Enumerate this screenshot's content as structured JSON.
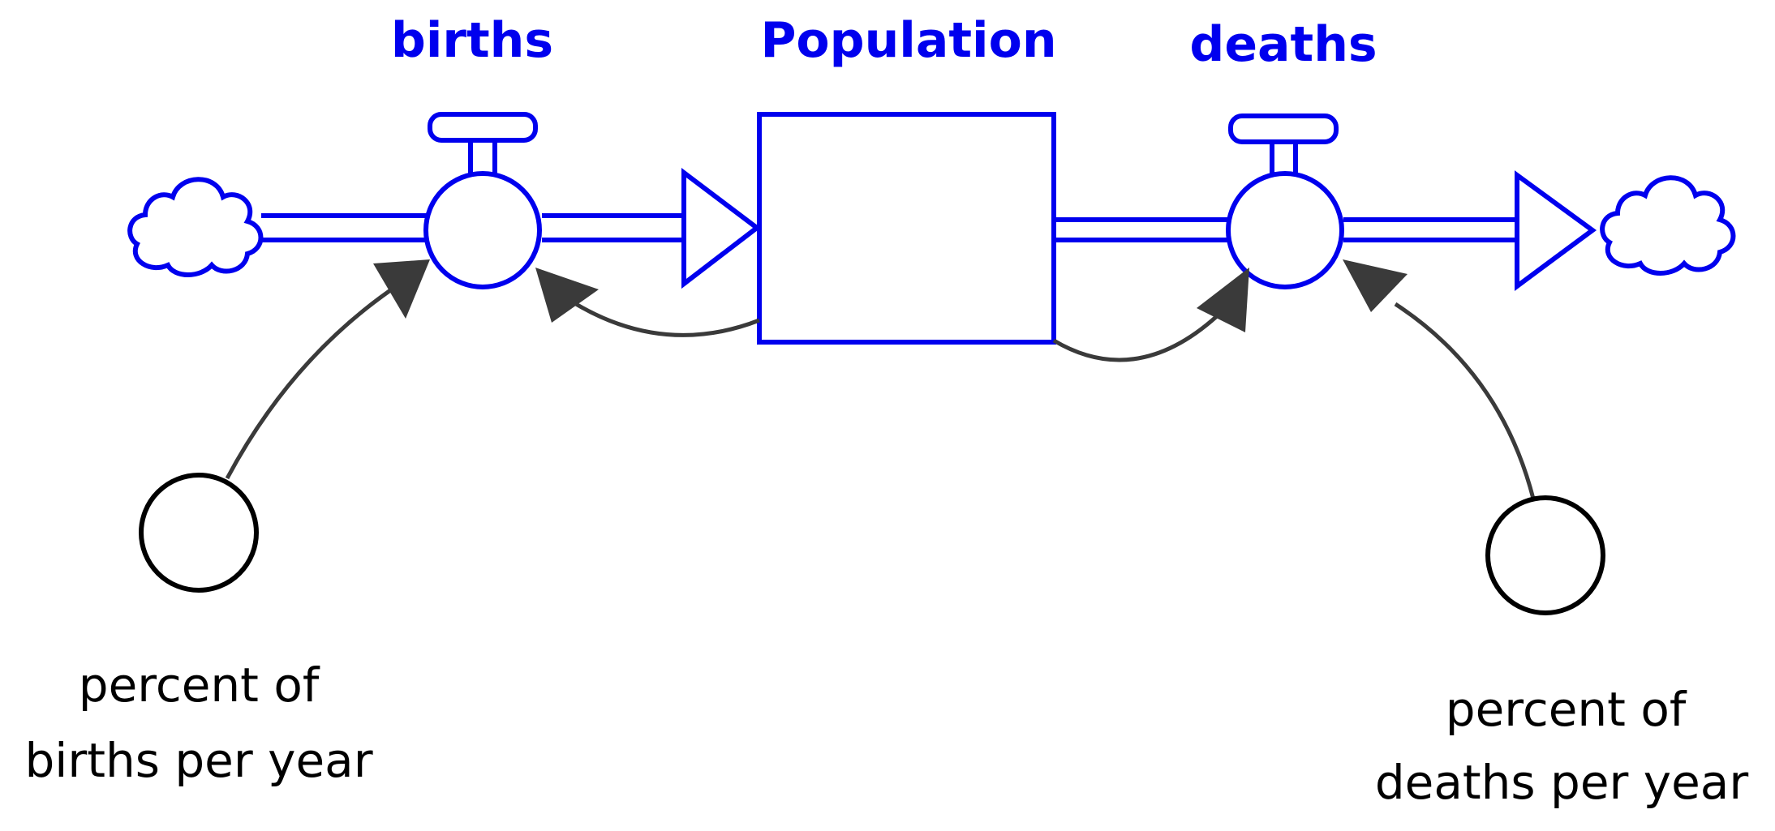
{
  "colors": {
    "stock_flow": "#0000ee",
    "connector": "#3a3a3a",
    "converter": "#000000",
    "background": "#ffffff"
  },
  "stock": {
    "label": "Population"
  },
  "flows": {
    "births": {
      "label": "births"
    },
    "deaths": {
      "label": "deaths"
    }
  },
  "converters": {
    "birth_rate": {
      "label_line1": "percent of",
      "label_line2": "births per year"
    },
    "death_rate": {
      "label_line1": "percent of",
      "label_line2": "deaths per year"
    }
  },
  "icons": {
    "source": "cloud-icon",
    "sink": "cloud-icon",
    "valve": "valve-icon",
    "connector": "arrow-icon"
  }
}
